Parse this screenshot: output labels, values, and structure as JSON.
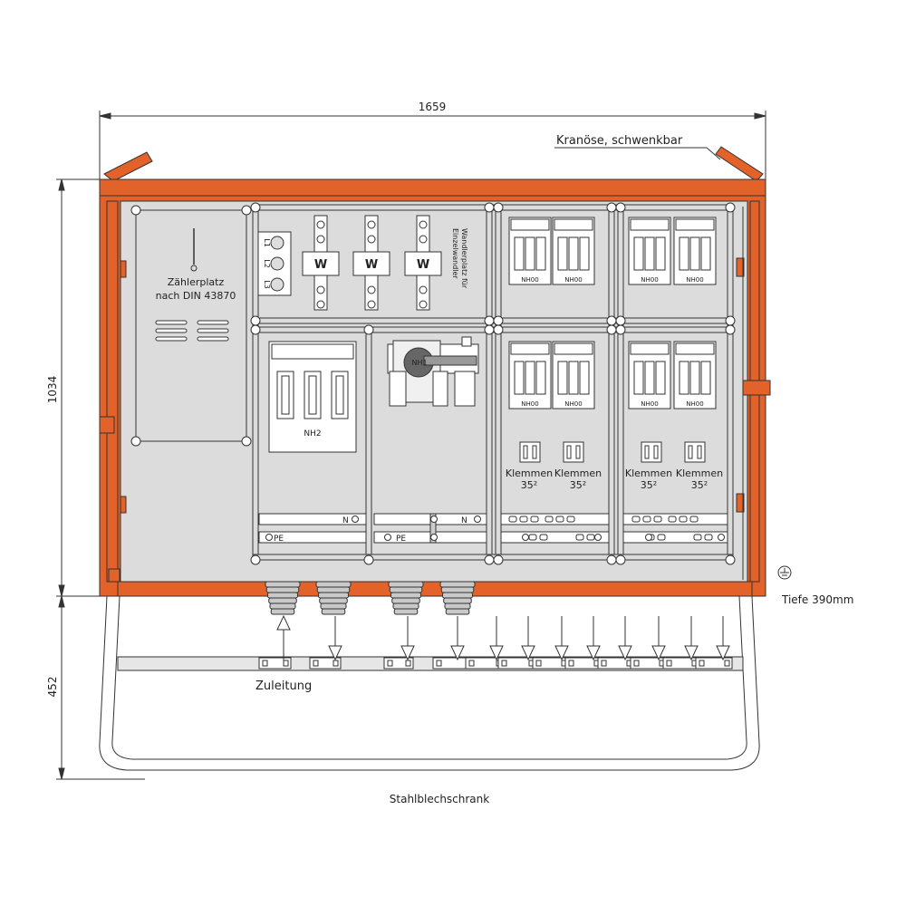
{
  "dimensions": {
    "width": "1659",
    "height_cabinet": "1034",
    "height_stand": "452"
  },
  "crane_eye_label": "Kranöse, schwenkbar",
  "depth_label": "Tiefe 390mm",
  "meter_area_label": [
    "Zählerplatz",
    "nach DIN 43870"
  ],
  "transformer_label": [
    "Wandlerplatz für",
    "Einzelwandler"
  ],
  "phase_labels": [
    "L1",
    "L2",
    "L3"
  ],
  "wandler_symbol": "W",
  "main_fuse_label": "NH2",
  "main_switch_label": "NH1",
  "nh00_label": "NH00",
  "terminal_label": [
    "Klemmen",
    "35²"
  ],
  "bar_labels": {
    "neutral": "N",
    "earth": "PE"
  },
  "supply_label": "Zuleitung",
  "title": "Stahlblechschrank",
  "colors": {
    "frame_orange": "#e2622a",
    "panel_gray": "#dcdcdc",
    "line_dark": "#333333"
  }
}
